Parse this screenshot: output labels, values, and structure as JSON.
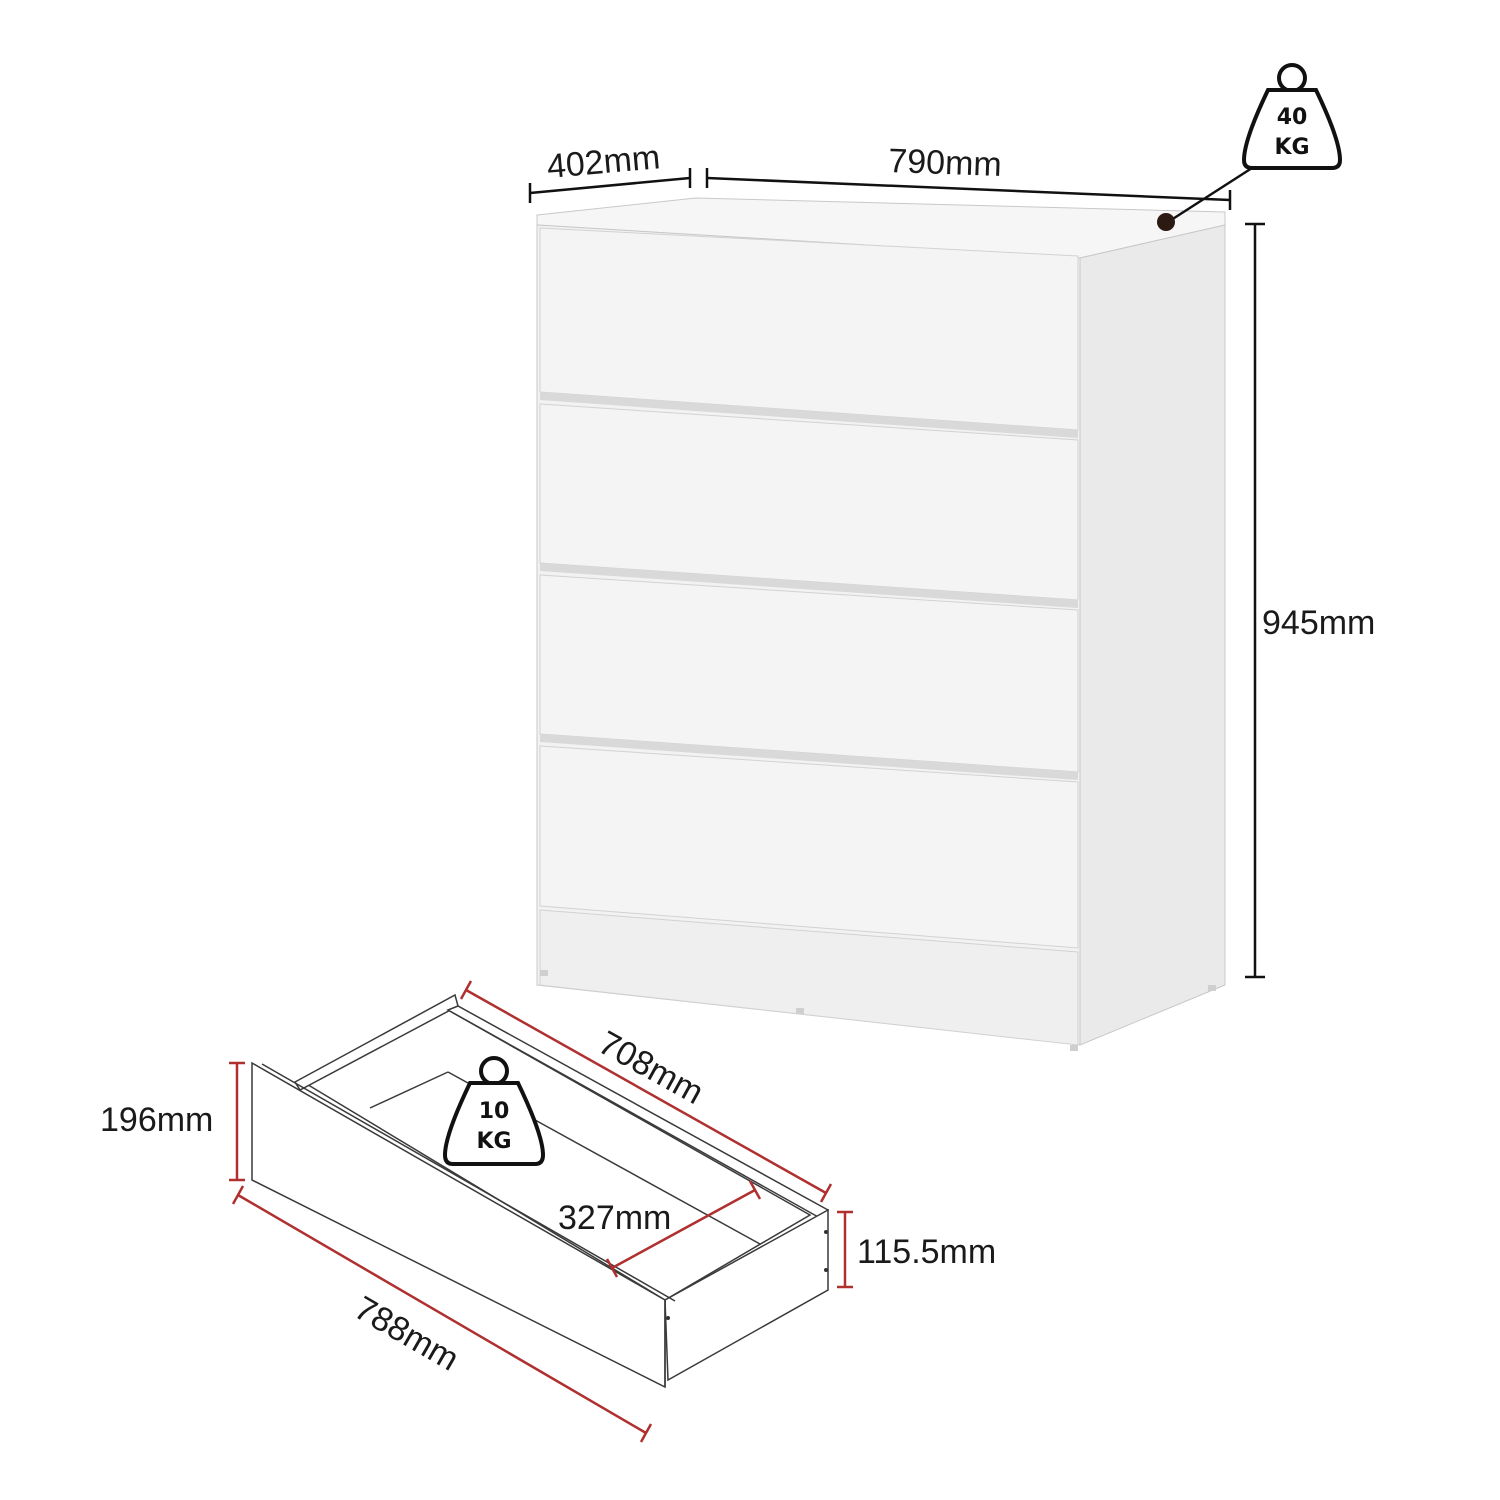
{
  "dresser": {
    "depth_label": "402mm",
    "width_label": "790mm",
    "height_label": "945mm",
    "max_load": {
      "value": "40",
      "unit": "KG"
    },
    "drawer_count": 4
  },
  "drawer": {
    "inner_length_label": "708mm",
    "outer_length_label": "788mm",
    "inner_width_label": "327mm",
    "front_height_label": "196mm",
    "side_height_label": "115.5mm",
    "max_load": {
      "value": "10",
      "unit": "KG"
    }
  },
  "colors": {
    "panel": "#f3f3f3",
    "side": "#ececec",
    "dimension_line": "#111111",
    "drawer_dimension_line": "#b03030"
  }
}
